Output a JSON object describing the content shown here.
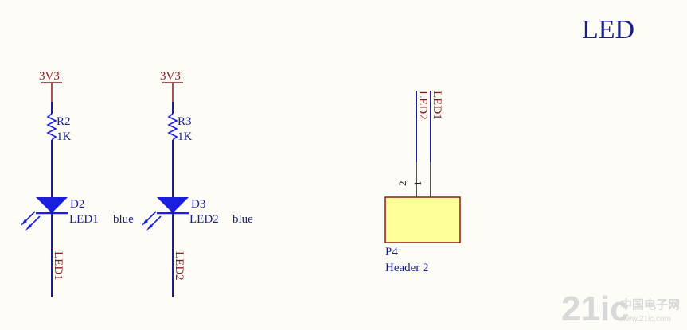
{
  "title": "LED",
  "power_net": "3V3",
  "resistors": [
    {
      "designator": "R2",
      "value": "1K"
    },
    {
      "designator": "R3",
      "value": "1K"
    }
  ],
  "leds": [
    {
      "designator": "D2",
      "comment": "LED1",
      "color": "blue"
    },
    {
      "designator": "D3",
      "comment": "LED2",
      "color": "blue"
    }
  ],
  "nets": {
    "led1": "LED1",
    "led2": "LED2"
  },
  "header": {
    "designator": "P4",
    "comment": "Header 2",
    "pin1": "1",
    "pin2": "2",
    "body_color": "#ffff99"
  },
  "watermark": {
    "logo": "21ic",
    "site": "中国电子网",
    "url": "www.21ic.com"
  },
  "colors": {
    "wire": "#1b1f8a",
    "component": "#1a1fdd",
    "pin_line": "#8b1a1a",
    "net_label": "#8b1a1a",
    "text": "#1b1f8a"
  }
}
